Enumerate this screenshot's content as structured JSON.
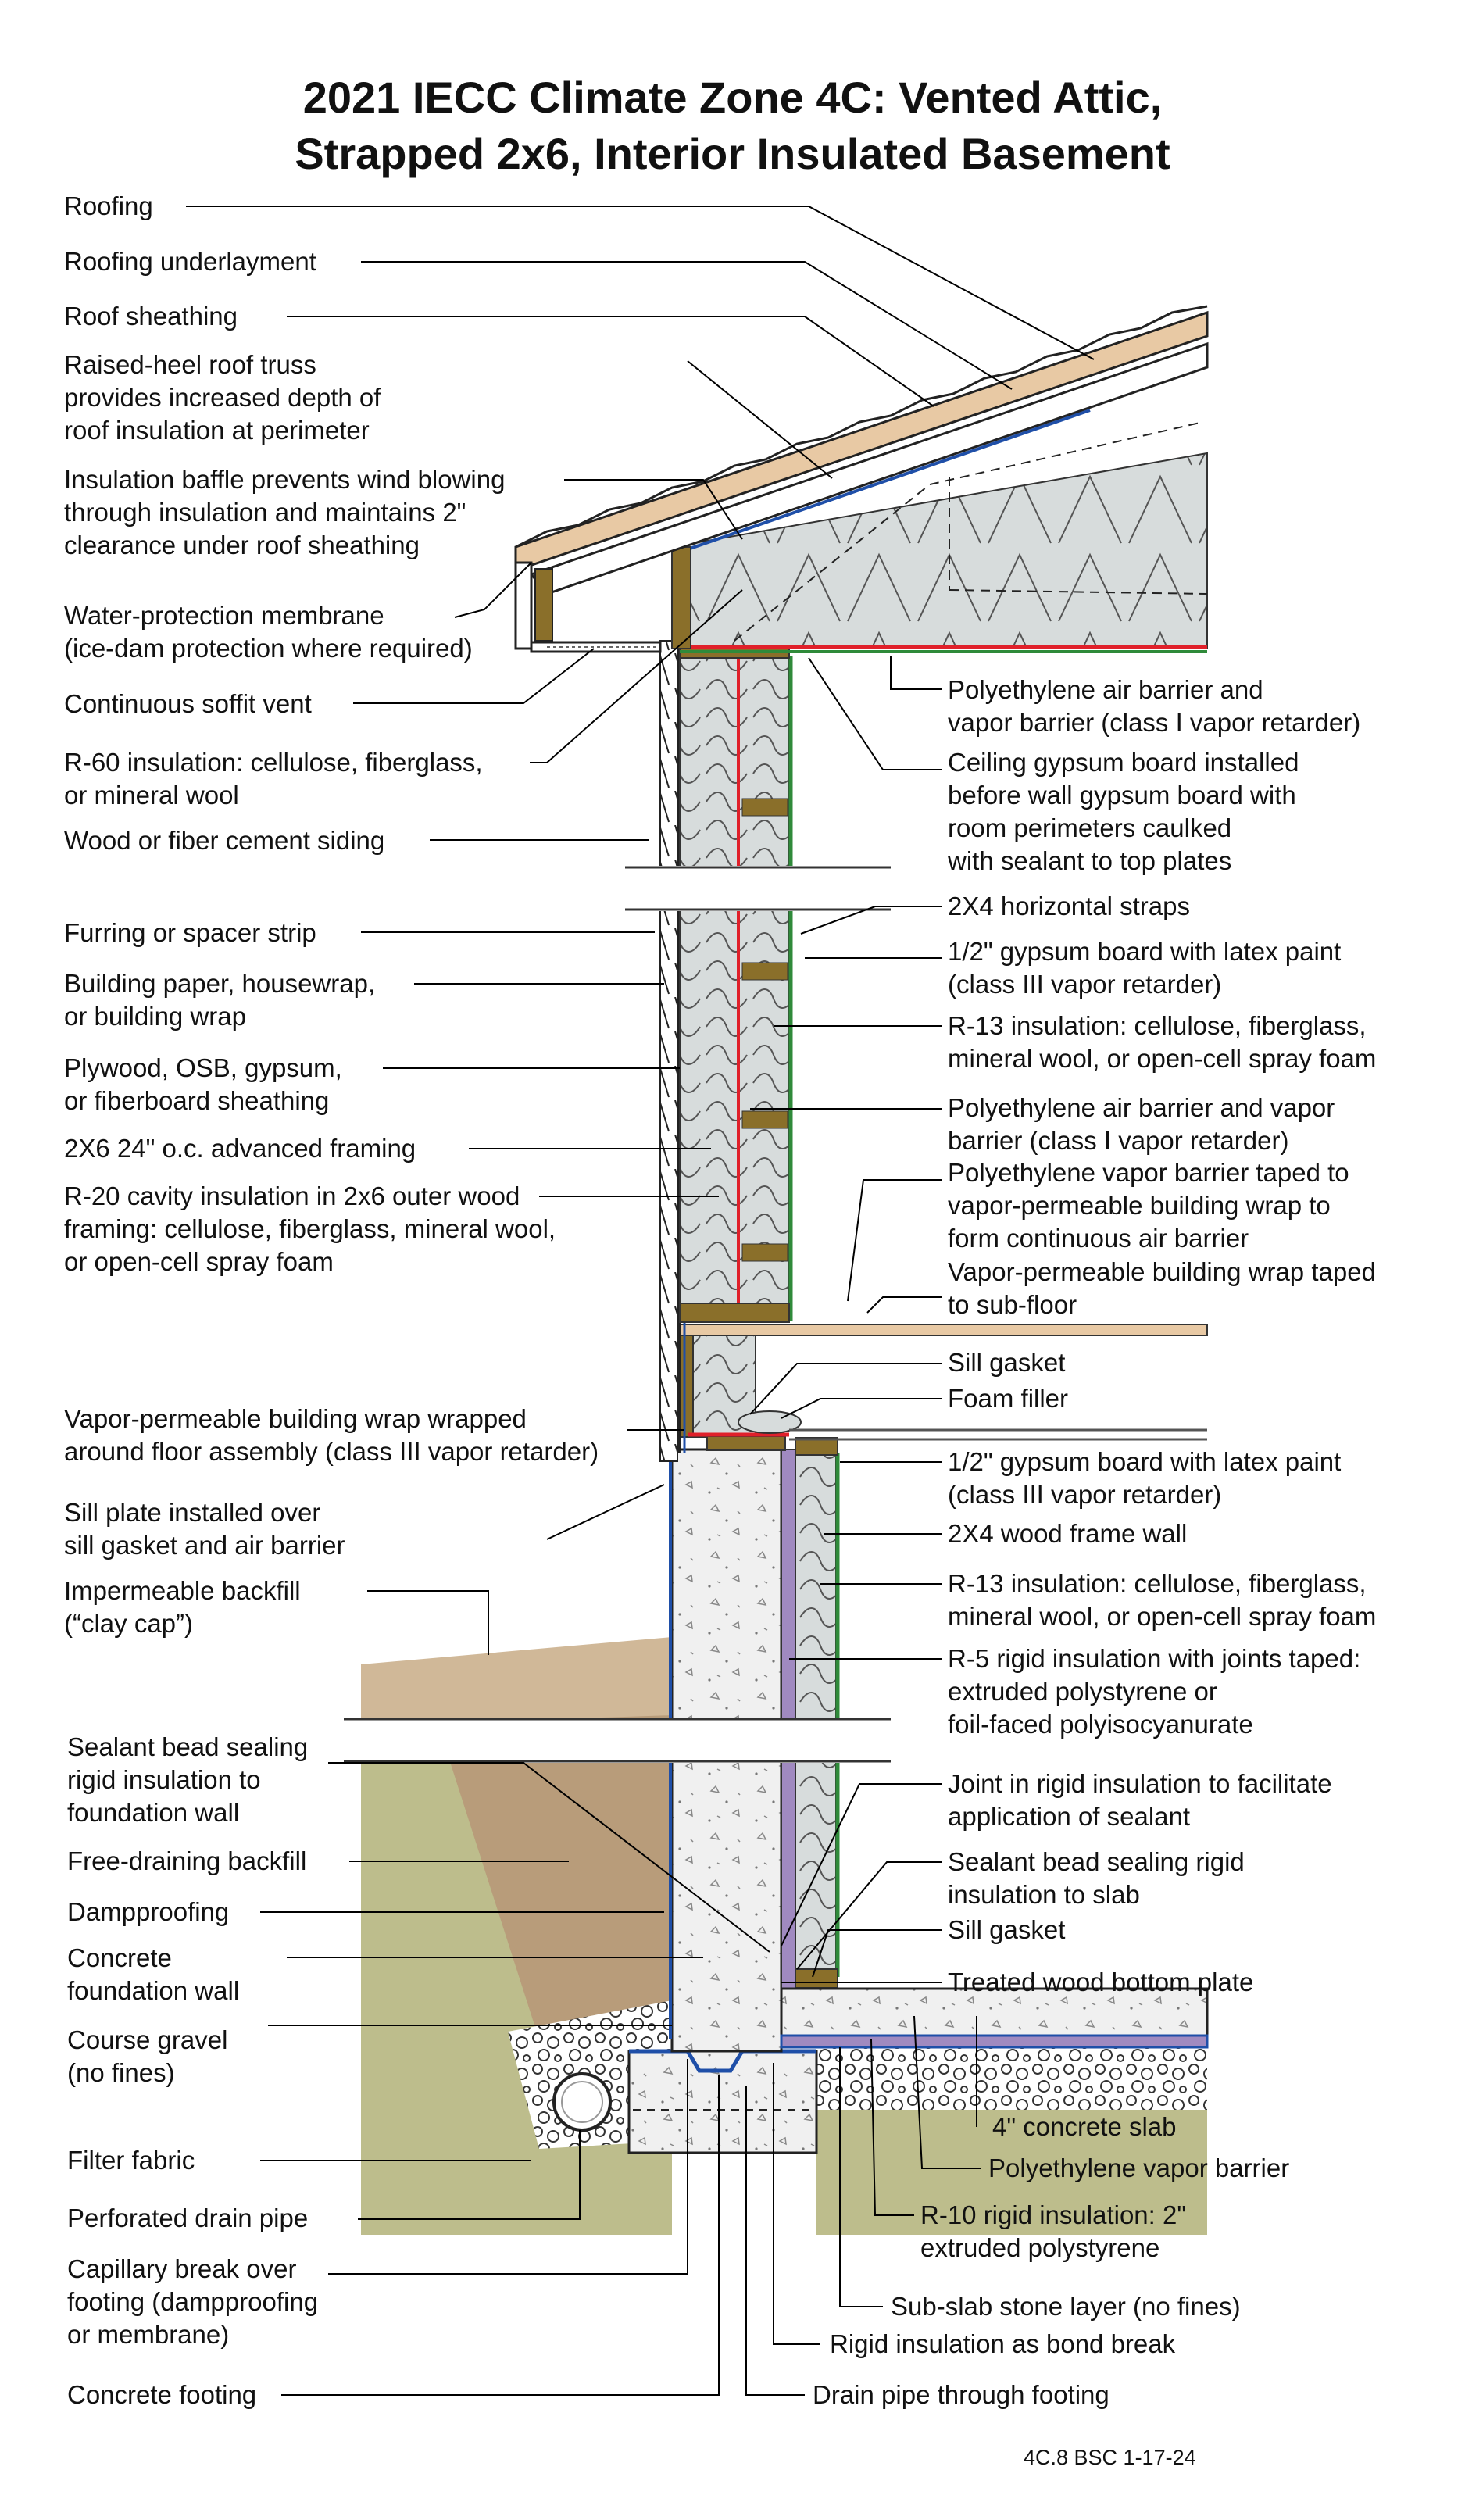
{
  "title": {
    "line1": "2021 IECC Climate Zone 4C: Vented Attic,",
    "line2": "Strapped 2x6, Interior Insulated Basement"
  },
  "left_labels": [
    {
      "id": "roofing",
      "lines": [
        "Roofing"
      ]
    },
    {
      "id": "roofing-underlayment",
      "lines": [
        "Roofing underlayment"
      ]
    },
    {
      "id": "roof-sheathing",
      "lines": [
        "Roof sheathing"
      ]
    },
    {
      "id": "raised-heel-truss",
      "lines": [
        "Raised-heel roof truss",
        "provides increased depth of",
        "roof insulation at perimeter"
      ]
    },
    {
      "id": "insulation-baffle",
      "lines": [
        "Insulation baffle prevents wind blowing",
        "through insulation and maintains 2\"",
        "clearance under roof sheathing"
      ]
    },
    {
      "id": "water-protection-membrane",
      "lines": [
        "Water-protection membrane",
        "(ice-dam protection where required)"
      ]
    },
    {
      "id": "soffit-vent",
      "lines": [
        "Continuous soffit vent"
      ]
    },
    {
      "id": "r60-insulation",
      "lines": [
        "R-60 insulation: cellulose, fiberglass,",
        "or mineral wool"
      ]
    },
    {
      "id": "siding",
      "lines": [
        "Wood or fiber cement siding"
      ]
    },
    {
      "id": "furring-strip",
      "lines": [
        "Furring or spacer strip"
      ]
    },
    {
      "id": "building-paper",
      "lines": [
        "Building paper, housewrap,",
        "or building wrap"
      ]
    },
    {
      "id": "sheathing",
      "lines": [
        "Plywood, OSB, gypsum,",
        "or fiberboard sheathing"
      ]
    },
    {
      "id": "advanced-framing",
      "lines": [
        "2X6 24\" o.c. advanced framing"
      ]
    },
    {
      "id": "r20-cavity",
      "lines": [
        "R-20 cavity insulation in 2x6 outer wood",
        "framing: cellulose, fiberglass, mineral wool,",
        "or open-cell spray foam"
      ]
    },
    {
      "id": "floor-wrap",
      "lines": [
        "Vapor-permeable building wrap wrapped",
        "around floor assembly (class III vapor retarder)"
      ]
    },
    {
      "id": "sill-plate",
      "lines": [
        "Sill plate installed over",
        "sill gasket and air barrier"
      ]
    },
    {
      "id": "clay-cap",
      "lines": [
        "Impermeable backfill",
        "(“clay cap”)"
      ]
    },
    {
      "id": "sealant-bead-wall",
      "lines": [
        "Sealant bead sealing",
        "rigid insulation to",
        "foundation wall"
      ]
    },
    {
      "id": "free-draining-backfill",
      "lines": [
        "Free-draining backfill"
      ]
    },
    {
      "id": "dampproofing",
      "lines": [
        "Dampproofing"
      ]
    },
    {
      "id": "concrete-foundation-wall",
      "lines": [
        "Concrete",
        "foundation wall"
      ]
    },
    {
      "id": "course-gravel",
      "lines": [
        "Course gravel",
        "(no fines)"
      ]
    },
    {
      "id": "filter-fabric",
      "lines": [
        "Filter fabric"
      ]
    },
    {
      "id": "perforated-drain-pipe",
      "lines": [
        "Perforated drain pipe"
      ]
    },
    {
      "id": "capillary-break",
      "lines": [
        "Capillary break over",
        "footing (dampproofing",
        "or membrane)"
      ]
    },
    {
      "id": "concrete-footing",
      "lines": [
        "Concrete footing"
      ]
    }
  ],
  "right_labels": [
    {
      "id": "poly-air-barrier-ceiling",
      "lines": [
        "Polyethylene air barrier and",
        "vapor barrier (class I vapor retarder)"
      ]
    },
    {
      "id": "ceiling-gypsum",
      "lines": [
        "Ceiling gypsum board installed",
        "before wall gypsum board with",
        "room perimeters caulked",
        "with sealant to top plates"
      ]
    },
    {
      "id": "horizontal-straps",
      "lines": [
        "2X4 horizontal straps"
      ]
    },
    {
      "id": "gypsum-wall",
      "lines": [
        "1/2\" gypsum board with latex paint",
        "(class III vapor retarder)"
      ]
    },
    {
      "id": "r13-wall",
      "lines": [
        "R-13 insulation: cellulose, fiberglass,",
        "mineral wool, or open-cell spray foam"
      ]
    },
    {
      "id": "poly-air-barrier-wall",
      "lines": [
        "Polyethylene air barrier and vapor",
        "barrier (class I vapor retarder)"
      ]
    },
    {
      "id": "poly-taped",
      "lines": [
        "Polyethylene vapor barrier taped to",
        "vapor-permeable building wrap to",
        "form continuous air barrier"
      ]
    },
    {
      "id": "wrap-subfloor",
      "lines": [
        "Vapor-permeable building wrap taped",
        "to sub-floor"
      ]
    },
    {
      "id": "sill-gasket-top",
      "lines": [
        "Sill gasket"
      ]
    },
    {
      "id": "foam-filler",
      "lines": [
        "Foam filler"
      ]
    },
    {
      "id": "gypsum-basement",
      "lines": [
        "1/2\" gypsum board with latex paint",
        "(class III vapor retarder)"
      ]
    },
    {
      "id": "wood-frame-wall",
      "lines": [
        "2X4 wood frame wall"
      ]
    },
    {
      "id": "r13-basement",
      "lines": [
        "R-13 insulation: cellulose, fiberglass,",
        "mineral wool, or open-cell spray foam"
      ]
    },
    {
      "id": "r5-rigid",
      "lines": [
        "R-5 rigid insulation with joints taped:",
        "extruded polystyrene or",
        "foil-faced polyisocyanurate"
      ]
    },
    {
      "id": "joint-rigid",
      "lines": [
        "Joint in rigid insulation to facilitate",
        "application of sealant"
      ]
    },
    {
      "id": "sealant-bead-slab",
      "lines": [
        "Sealant bead sealing rigid",
        "insulation to slab"
      ]
    },
    {
      "id": "sill-gasket-bottom",
      "lines": [
        "Sill gasket"
      ]
    },
    {
      "id": "bottom-plate",
      "lines": [
        "Treated wood bottom plate"
      ]
    },
    {
      "id": "concrete-slab",
      "lines": [
        "4\" concrete slab"
      ]
    },
    {
      "id": "poly-vapor-barrier",
      "lines": [
        "Polyethylene vapor barrier"
      ]
    },
    {
      "id": "r10-rigid",
      "lines": [
        "R-10 rigid insulation: 2\"",
        "extruded polystyrene"
      ]
    },
    {
      "id": "sub-slab-stone",
      "lines": [
        "Sub-slab stone layer (no fines)"
      ]
    },
    {
      "id": "bond-break",
      "lines": [
        "Rigid insulation as bond break"
      ]
    },
    {
      "id": "drain-through-footing",
      "lines": [
        "Drain pipe through footing"
      ]
    }
  ],
  "stamp": "4C.8 BSC 1-17-24",
  "colors": {
    "roof": "#e8c9a4",
    "wood": "#8a6f2a",
    "insulation": "#d7dcdc",
    "air_barrier": "#e0202a",
    "wrap": "#1f4fa8",
    "gypsum": "#2f8a3a",
    "rigid": "#a08ac0",
    "concrete": "#f0f0f0",
    "soil_olive": "#bdbd8c",
    "backfill_tan": "#b89c7a",
    "gravel": "#ffffff"
  }
}
